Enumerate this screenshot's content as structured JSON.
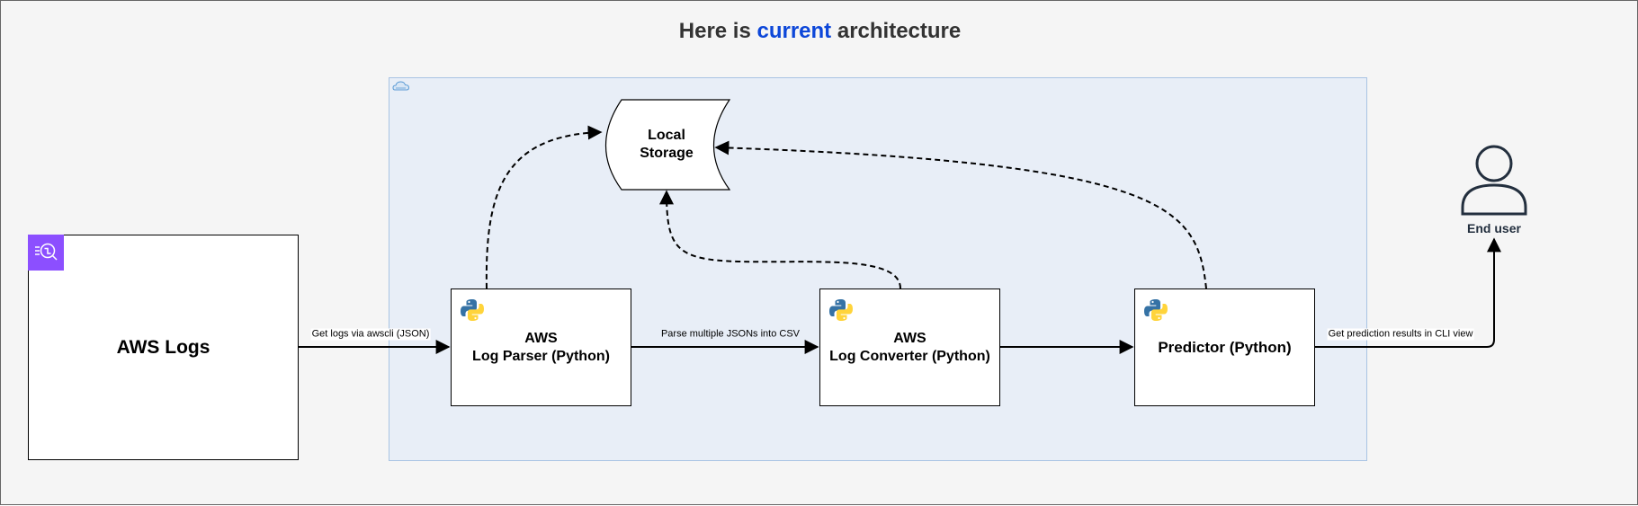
{
  "title": {
    "prefix": "Here is ",
    "accent": "current",
    "suffix": " architecture"
  },
  "nodes": {
    "aws_logs": "AWS Logs",
    "parser": "AWS\nLog Parser (Python)",
    "converter": "AWS\nLog Converter (Python)",
    "predictor": "Predictor (Python)",
    "storage": "Local\nStorage",
    "end_user": "End user"
  },
  "edges": {
    "logs_to_parser": "Get logs via awscli (JSON)",
    "parser_to_converter": "Parse multiple JSONs into CSV",
    "predictor_to_user": "Get prediction results in CLI view"
  },
  "icons": {
    "logs_badge": "cloudwatch-logs-icon",
    "python": "python-icon",
    "cloud": "cloud-icon",
    "user": "user-icon"
  },
  "colors": {
    "accent": "#0d47d9",
    "group_fill": "#e8eef7",
    "logs_badge": "#8c4fff",
    "user_icon": "#232f3e"
  }
}
